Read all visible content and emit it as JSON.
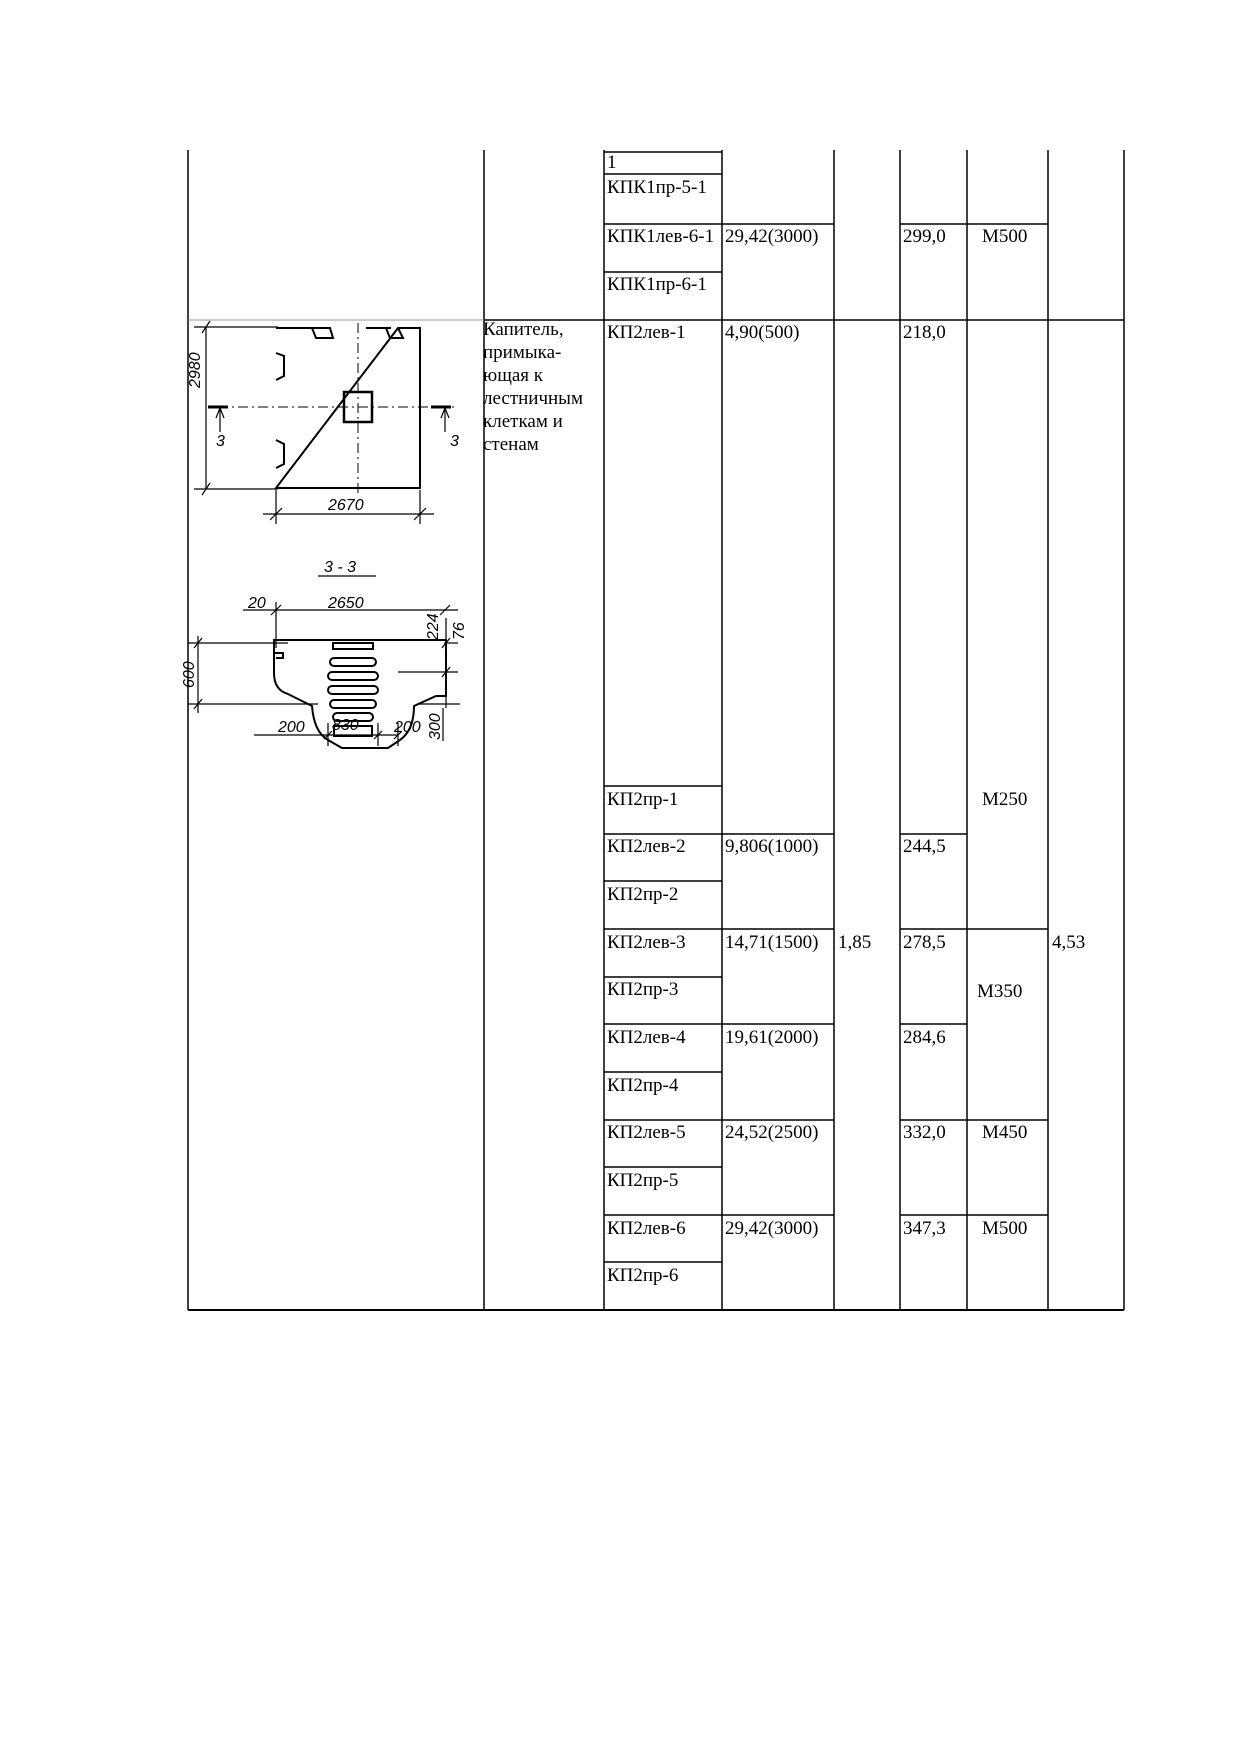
{
  "top_rows": [
    {
      "mark": "1",
      "load": "",
      "mass": "",
      "concrete": ""
    },
    {
      "mark": "КПК1пр-5-1",
      "load": "",
      "mass": "",
      "concrete": ""
    },
    {
      "mark": "КПК1лев-6-1",
      "load": "29,42(3000)",
      "mass": "299,0",
      "concrete": "М500"
    },
    {
      "mark": "КПК1пр-6-1",
      "load": "",
      "mass": "",
      "concrete": ""
    }
  ],
  "section2": {
    "description": "Капитель, примыка-ющая к лестничным клеткам и стенам",
    "volume": "1,85",
    "weight": "4,53",
    "rows": [
      {
        "mark": "КП2лев-1",
        "load": "4,90(500)",
        "mass": "218,0"
      },
      {
        "mark": "КП2пр-1"
      },
      {
        "mark": "КП2лев-2",
        "load": "9,806(1000)",
        "mass": "244,5"
      },
      {
        "mark": "КП2пр-2"
      },
      {
        "mark": "КП2лев-3",
        "load": "14,71(1500)",
        "mass": "278,5"
      },
      {
        "mark": "КП2пр-3"
      },
      {
        "mark": "КП2лев-4",
        "load": "19,61(2000)",
        "mass": "284,6"
      },
      {
        "mark": "КП2пр-4"
      },
      {
        "mark": "КП2лев-5",
        "load": "24,52(2500)",
        "mass": "332,0"
      },
      {
        "mark": "КП2пр-5"
      },
      {
        "mark": "КП2лев-6",
        "load": "29,42(3000)",
        "mass": "347,3"
      },
      {
        "mark": "КП2пр-6"
      }
    ],
    "concrete": {
      "m250": "М250",
      "m350": "М350",
      "m450": "М450",
      "m500": "М500"
    }
  },
  "drawing": {
    "plan_height": "2980",
    "plan_width": "2670",
    "section_mark": "3",
    "section_label": "3 - 3",
    "dims": {
      "d20": "20",
      "d2650": "2650",
      "d224": "224",
      "d76": "76",
      "d600": "600",
      "d200a": "200",
      "d830": "830",
      "d200b": "200",
      "d300": "300"
    }
  }
}
